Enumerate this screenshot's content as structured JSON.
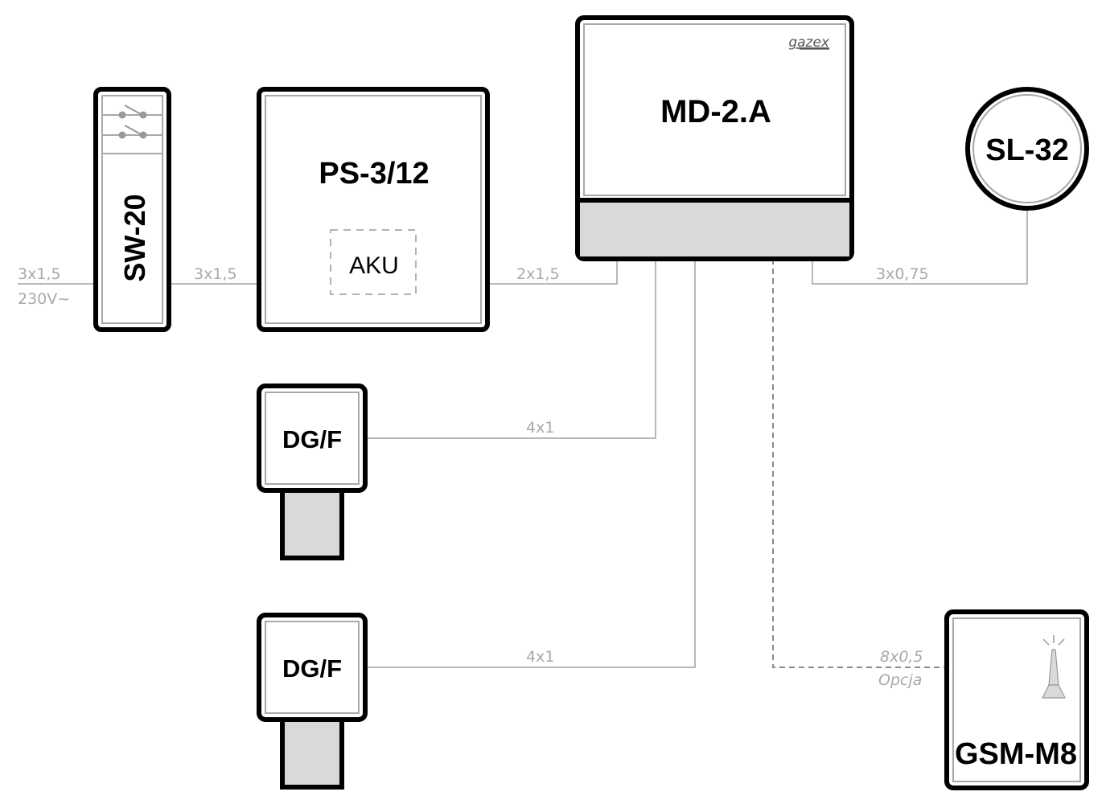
{
  "diagram": {
    "title": "Gazex MD-2.A wiring diagram",
    "devices": {
      "sw20": {
        "label": "SW-20",
        "icon": "double-switch-icon"
      },
      "ps312": {
        "label": "PS-3/12",
        "battery_label": "AKU"
      },
      "md2a": {
        "label": "MD-2.A",
        "brand": "gazex"
      },
      "sl32": {
        "label": "SL-32"
      },
      "dgf1": {
        "label": "DG/F"
      },
      "dgf2": {
        "label": "DG/F"
      },
      "gsm": {
        "label": "GSM-M8",
        "icon": "antenna-icon"
      }
    },
    "cables": {
      "mains_in": {
        "spec": "3x1,5",
        "note": "230V~"
      },
      "sw_to_ps": {
        "spec": "3x1,5"
      },
      "ps_to_md": {
        "spec": "2x1,5"
      },
      "md_to_sl": {
        "spec": "3x0,75"
      },
      "md_to_dgf1": {
        "spec": "4x1"
      },
      "md_to_dgf2": {
        "spec": "4x1"
      },
      "md_to_gsm": {
        "spec": "8x0,5",
        "note": "Opcja"
      }
    },
    "colors": {
      "outline": "#000000",
      "inner_outline": "#a8a8a8",
      "panel_fill": "#d9d9d9",
      "wire": "#a0a0a0",
      "wire_label": "#a9a9a9"
    }
  }
}
